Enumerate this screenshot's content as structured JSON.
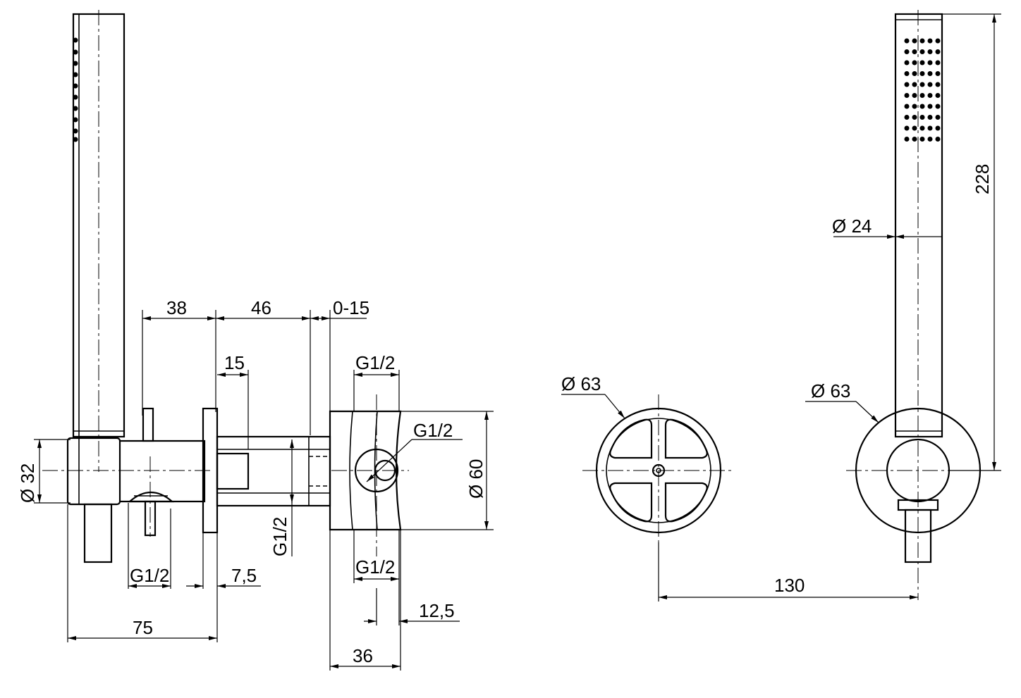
{
  "dimensions": {
    "d38": "38",
    "d46": "46",
    "d0_15": "0-15",
    "d15": "15",
    "g_top": "G1/2",
    "g_side": "G1/2",
    "g_vert": "G1/2",
    "g_bottom": "G1/2",
    "g_left": "G1/2",
    "d7_5": "7,5",
    "d12_5": "12,5",
    "d75": "75",
    "d36": "36",
    "d60": "Ø 60",
    "d32": "Ø 32",
    "d63_mid": "Ø 63",
    "d63_right": "Ø 63",
    "d24": "Ø 24",
    "d228": "228",
    "d130": "130"
  }
}
